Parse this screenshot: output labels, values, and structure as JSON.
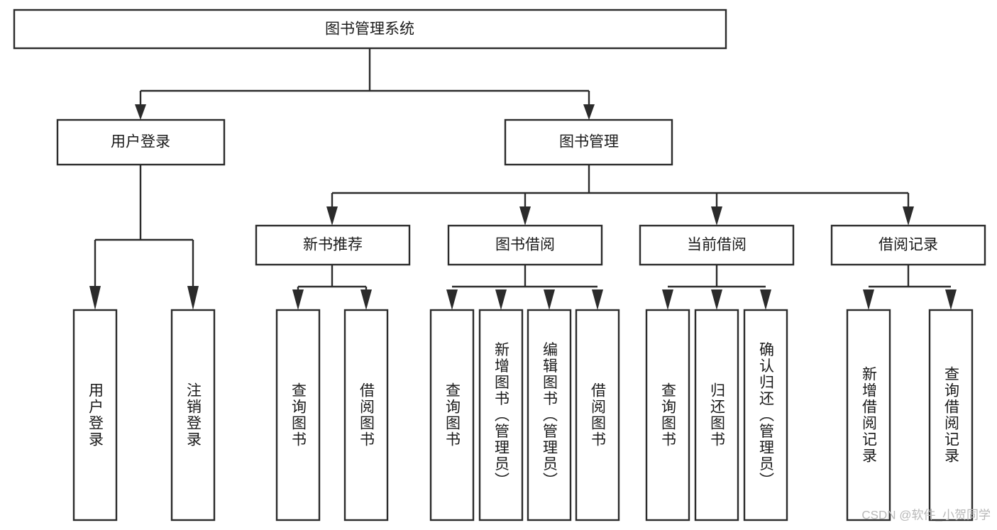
{
  "diagram": {
    "title": "图书管理系统",
    "type": "hierarchy-tree",
    "orientation": "top-down",
    "levels": 4,
    "colors": {
      "box_stroke": "#2b2b2b",
      "box_fill": "#ffffff",
      "connector": "#2b2b2b",
      "text": "#1a1a1a",
      "background": "#ffffff",
      "watermark": "#b8b8b8"
    }
  },
  "root": {
    "label": "图书管理系统",
    "orientation": "horizontal"
  },
  "level2": [
    {
      "label": "用户登录",
      "orientation": "horizontal"
    },
    {
      "label": "图书管理",
      "orientation": "horizontal"
    }
  ],
  "level3": [
    {
      "label": "新书推荐",
      "orientation": "horizontal",
      "parent": "图书管理"
    },
    {
      "label": "图书借阅",
      "orientation": "horizontal",
      "parent": "图书管理"
    },
    {
      "label": "当前借阅",
      "orientation": "horizontal",
      "parent": "图书管理"
    },
    {
      "label": "借阅记录",
      "orientation": "horizontal",
      "parent": "图书管理"
    }
  ],
  "leaves": {
    "user_login": [
      {
        "label": "用户登录",
        "orientation": "vertical"
      },
      {
        "label": "注销登录",
        "orientation": "vertical"
      }
    ],
    "new_book_recommend": [
      {
        "label": "查询图书",
        "orientation": "vertical"
      },
      {
        "label": "借阅图书",
        "orientation": "vertical"
      }
    ],
    "book_borrow": [
      {
        "label": "查询图书",
        "orientation": "vertical"
      },
      {
        "label": "新增图书（管理员）",
        "orientation": "vertical"
      },
      {
        "label": "编辑图书（管理员）",
        "orientation": "vertical"
      },
      {
        "label": "借阅图书",
        "orientation": "vertical"
      }
    ],
    "current_borrow": [
      {
        "label": "查询图书",
        "orientation": "vertical"
      },
      {
        "label": "归还图书",
        "orientation": "vertical"
      },
      {
        "label": "确认归还（管理员）",
        "orientation": "vertical"
      }
    ],
    "borrow_record": [
      {
        "label": "新增借阅记录",
        "orientation": "vertical"
      },
      {
        "label": "查询借阅记录",
        "orientation": "vertical"
      }
    ]
  },
  "watermark": {
    "text": "CSDN @软件_小贺同学"
  }
}
